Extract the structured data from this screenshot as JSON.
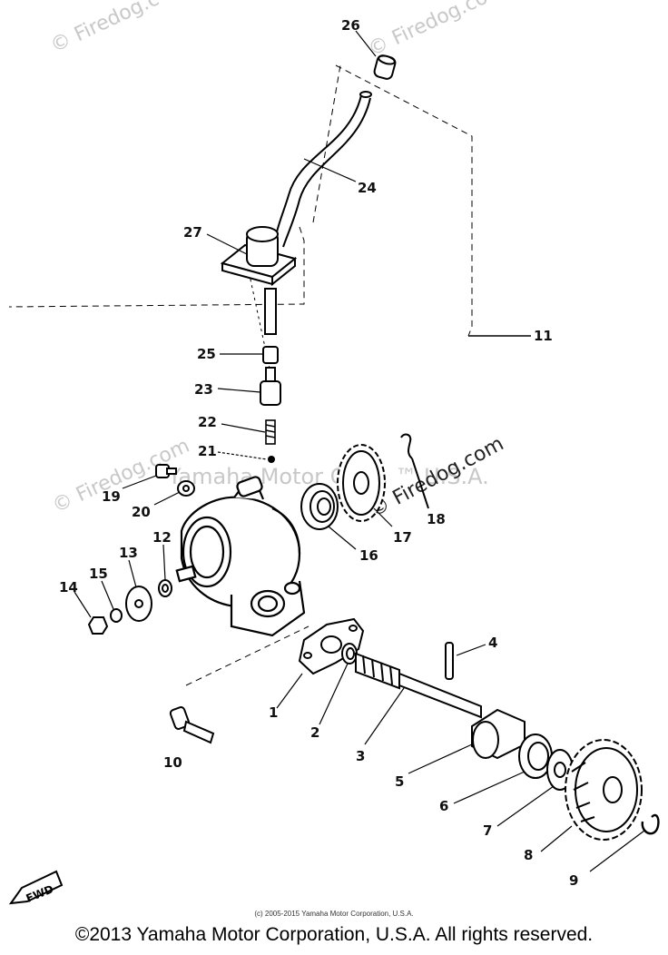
{
  "watermarks": {
    "top_left": "© Firedog.c",
    "top_right": "© Firedog.co",
    "mid_left": "© Firedog.com",
    "center": "Yamaha Motor Corp. ™ U.S.A.",
    "center_right": "© Firedog.com"
  },
  "fwd_label": "FWD",
  "callouts": {
    "c1": "1",
    "c2": "2",
    "c3": "3",
    "c4": "4",
    "c5": "5",
    "c6": "6",
    "c7": "7",
    "c8": "8",
    "c9": "9",
    "c10": "10",
    "c11": "11",
    "c12": "12",
    "c13": "13",
    "c14": "14",
    "c15": "15",
    "c16": "16",
    "c17": "17",
    "c18": "18",
    "c19": "19",
    "c20": "20",
    "c21": "21",
    "c22": "22",
    "c23": "23",
    "c24": "24",
    "c25": "25",
    "c26": "26",
    "c27": "27"
  },
  "footer": {
    "small": "(c) 2005-2015 Yamaha Motor Corporation, U.S.A.",
    "main": "©2013 Yamaha Motor Corporation, U.S.A. All rights reserved."
  }
}
